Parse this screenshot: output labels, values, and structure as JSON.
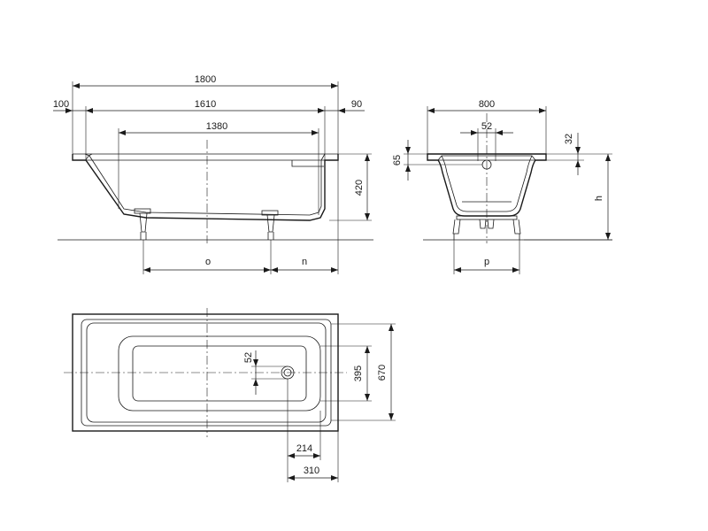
{
  "side_view": {
    "overall_length": "1800",
    "rim_left": "100",
    "inner_length": "1610",
    "rim_right": "90",
    "bottom_length": "1380",
    "depth": "420",
    "dim_o": "o",
    "dim_n": "n"
  },
  "end_view": {
    "width": "800",
    "waste_diameter": "52",
    "rim_height": "65",
    "overflow_offset": "32",
    "dim_h": "h",
    "dim_p": "p"
  },
  "plan_view": {
    "waste_diameter": "52",
    "bottom_width": "395",
    "inner_width": "670",
    "waste_offset": "214",
    "rim_offset": "310"
  }
}
